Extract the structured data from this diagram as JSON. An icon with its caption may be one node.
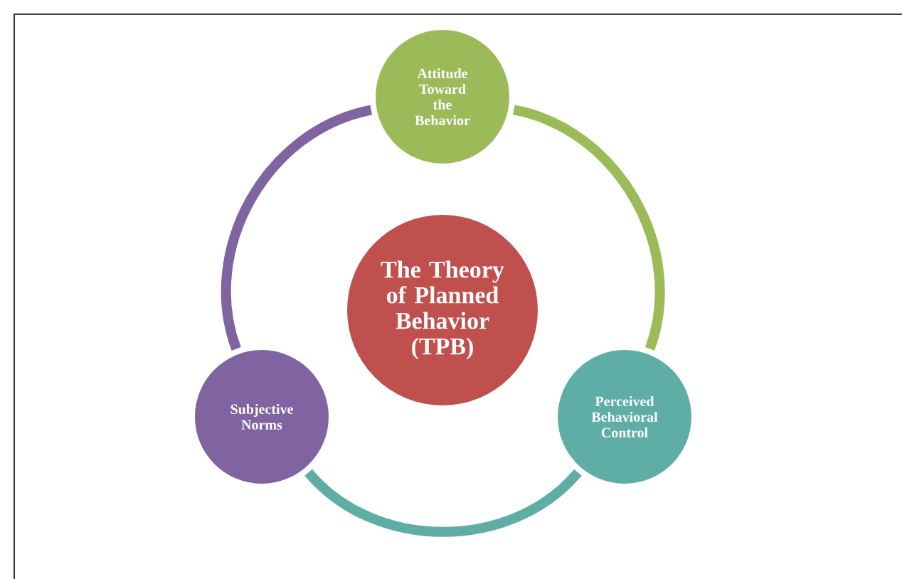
{
  "diagram": {
    "nodes": [
      {
        "text": [
          "Attitude Toward the Behavior"
        ]
      },
      {
        "text": [
          "The Theory of Planned Behavior (TPB)"
        ]
      },
      {
        "text": [
          "Subjective Norms"
        ]
      },
      {
        "text": [
          "Perceived Behavioral Control"
        ]
      }
    ],
    "edges": [
      {
        "from": 0,
        "to": 3,
        "arrow": "none",
        "color": "#9bbb59"
      },
      {
        "from": 3,
        "to": 2,
        "arrow": "none",
        "color": "#5faea6"
      },
      {
        "from": 2,
        "to": 0,
        "arrow": "none",
        "color": "#8064a2"
      }
    ]
  }
}
